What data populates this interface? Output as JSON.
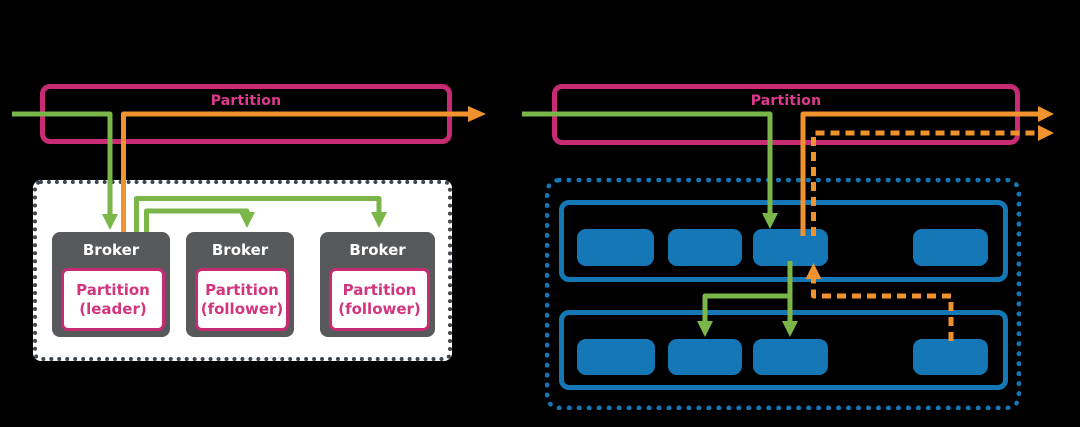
{
  "colors": {
    "background": "#000000",
    "pink": "#c72b74",
    "pink_text": "#e03a8e",
    "pink_text2": "#d2357e",
    "green": "#7ab648",
    "orange": "#f0922d",
    "blue": "#1577b5",
    "gray": "#58595b",
    "dot_border": "#3d444c",
    "white": "#ffffff"
  },
  "left_diagram": {
    "partition_label": "Partition",
    "brokers": [
      {
        "label": "Broker",
        "partition_line1": "Partition",
        "partition_line2": "(leader)"
      },
      {
        "label": "Broker",
        "partition_line1": "Partition",
        "partition_line2": "(follower)"
      },
      {
        "label": "Broker",
        "partition_line1": "Partition",
        "partition_line2": "(follower)"
      }
    ]
  },
  "right_diagram": {
    "partition_label": "Partition",
    "rows": [
      {
        "segment_count": 4
      },
      {
        "segment_count": 4
      }
    ]
  }
}
